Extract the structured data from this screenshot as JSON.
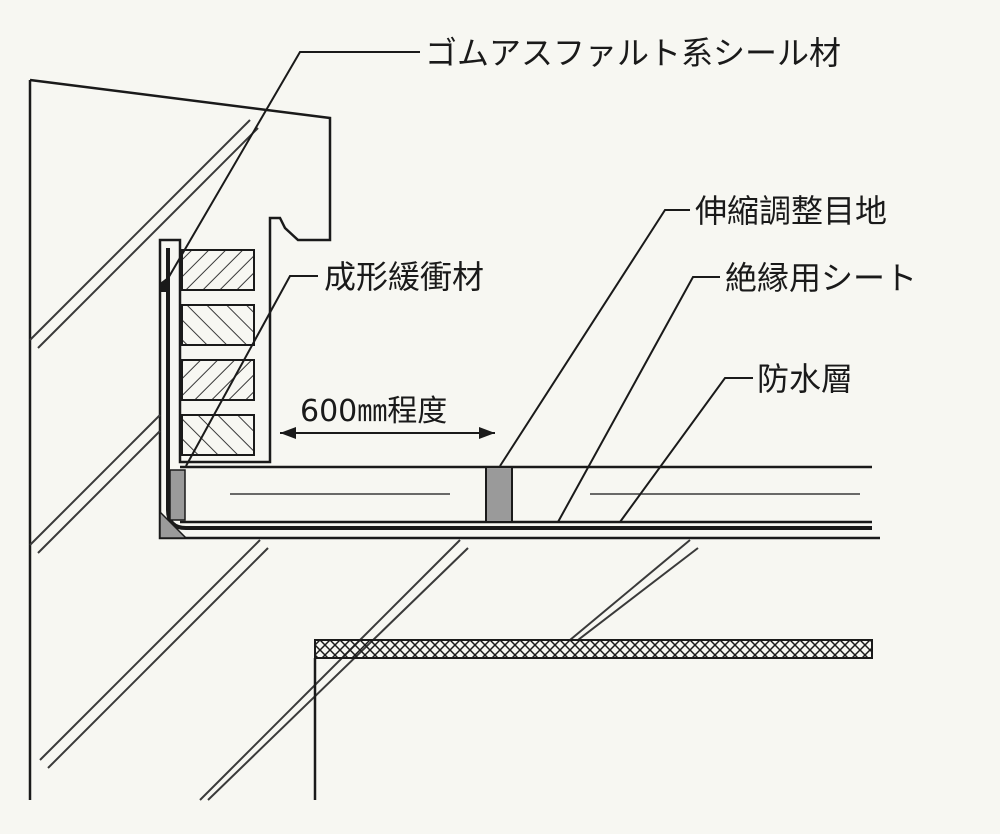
{
  "labels": {
    "seal_material": "ゴムアスファルト系シール材",
    "expansion_joint": "伸縮調整目地",
    "insulation_sheet": "絶縁用シート",
    "molded_buffer": "成形緩衝材",
    "waterproof_layer": "防水層",
    "spacing": "600㎜程度"
  },
  "colors": {
    "background": "#f7f7f2",
    "line": "#1a1a1a",
    "hatch": "#3a3a3a",
    "filler": "#9a9a9a"
  }
}
